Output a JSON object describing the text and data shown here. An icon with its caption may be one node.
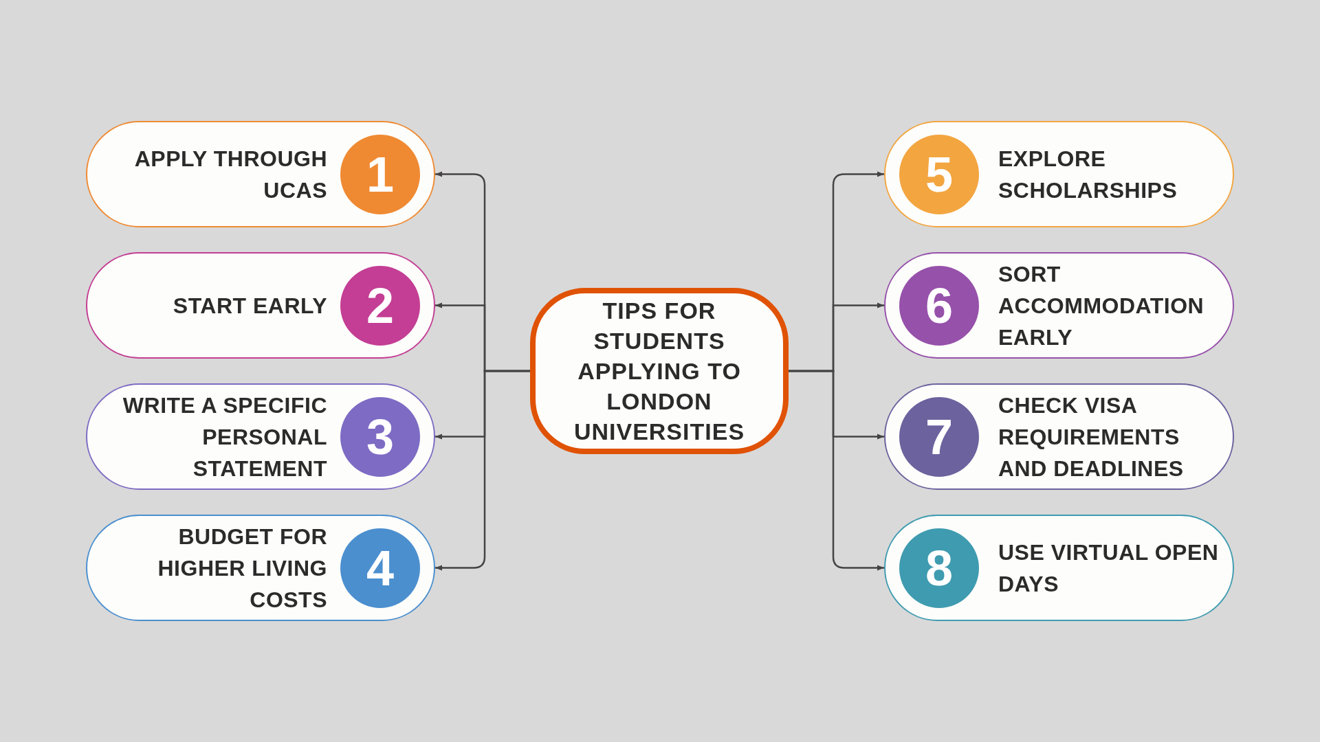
{
  "diagram": {
    "nodes": [
      {
        "text": [
          "TIPS FOR STUDENTS APPLYING TO LONDON UNIVERSITIES"
        ]
      },
      {
        "text": [
          "APPLY THROUGH UCAS"
        ]
      },
      {
        "text": [
          "1"
        ],
        "in": 1
      },
      {
        "text": [
          "START EARLY"
        ]
      },
      {
        "text": [
          "2"
        ],
        "in": 3
      },
      {
        "text": [
          "WRITE A SPECIFIC PERSONAL STATEMENT"
        ]
      },
      {
        "text": [
          "3"
        ],
        "in": 5
      },
      {
        "text": [
          "BUDGET FOR HIGHER LIVING COSTS"
        ]
      },
      {
        "text": [
          "4"
        ],
        "in": 7
      },
      {
        "text": [
          "EXPLORE SCHOLARSHIPS"
        ]
      },
      {
        "text": [
          "5"
        ],
        "in": 9
      },
      {
        "text": [
          "SORT ACCOMMODATION EARLY"
        ]
      },
      {
        "text": [
          "6"
        ],
        "in": 11
      },
      {
        "text": [
          "CHECK VISA REQUIREMENTS AND DEADLINES"
        ]
      },
      {
        "text": [
          "7"
        ],
        "in": 13
      },
      {
        "text": [
          "USE VIRTUAL OPEN DAYS"
        ]
      },
      {
        "text": [
          "8"
        ],
        "in": 15
      }
    ],
    "edges": [
      {
        "from": 0,
        "to": 1,
        "arrow": "to"
      },
      {
        "from": 0,
        "to": 3,
        "arrow": "to"
      },
      {
        "from": 0,
        "to": 5,
        "arrow": "to"
      },
      {
        "from": 0,
        "to": 7,
        "arrow": "to"
      },
      {
        "from": 0,
        "to": 9,
        "arrow": "to"
      },
      {
        "from": 0,
        "to": 11,
        "arrow": "to"
      },
      {
        "from": 0,
        "to": 13,
        "arrow": "to"
      },
      {
        "from": 0,
        "to": 15,
        "arrow": "to"
      }
    ]
  }
}
